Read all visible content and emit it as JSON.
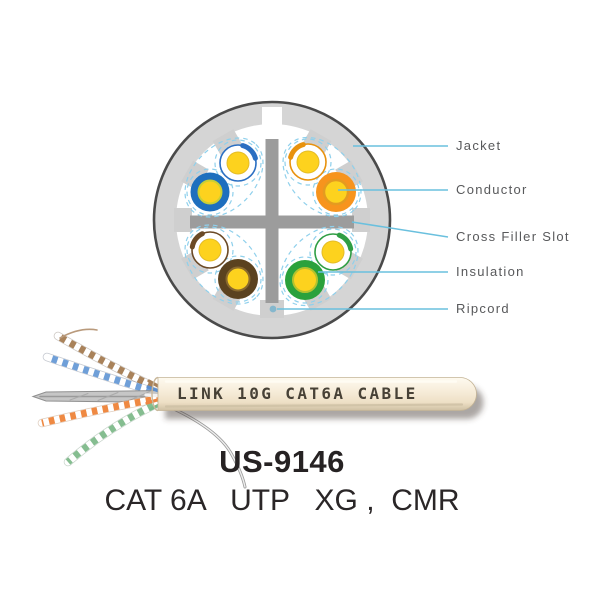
{
  "product": {
    "model": "US-9146",
    "specs": "CAT 6A   UTP   XG ,  CMR",
    "jacket_print": "LINK 10G CAT6A CABLE"
  },
  "diagram": {
    "labels": [
      {
        "text": "Jacket"
      },
      {
        "text": "Conductor"
      },
      {
        "text": "Cross Filler Slot"
      },
      {
        "text": "Insulation"
      },
      {
        "text": "Ripcord"
      }
    ],
    "wire_pairs": [
      "blue",
      "orange",
      "brown",
      "green"
    ],
    "colors": {
      "leader_line": "#6ac0de",
      "label_text": "#58595b",
      "jacket_ring": "#d5d5d5",
      "jacket_outline": "#4a4a4a",
      "cross_filler": "#9c9c9c",
      "conductor_yellow": "#fdd21e",
      "pair_blue": "#1e6fbe",
      "pair_orange": "#f7941d",
      "pair_brown": "#5b421f",
      "pair_green": "#2aa13c",
      "dashed_guide": "#8fd0ec",
      "cable_jacket": "#f6ecd9",
      "title_text": "#262223"
    }
  }
}
